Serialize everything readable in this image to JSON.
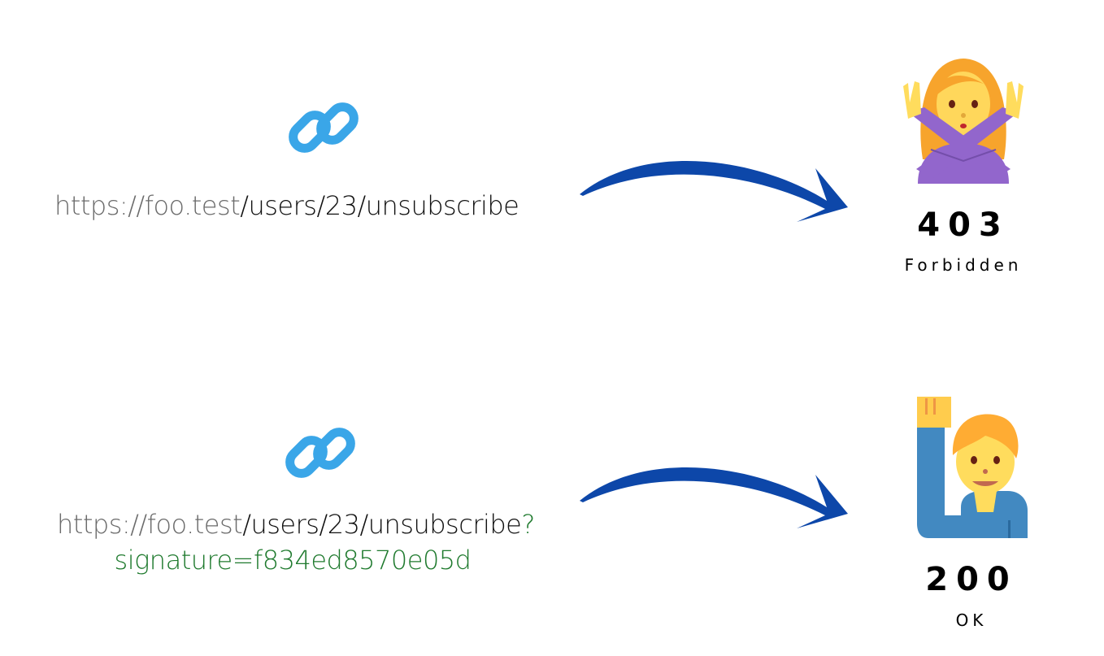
{
  "colors": {
    "link_icon": "#3aa6e8",
    "arrow": "#0d47a9",
    "url_host": "#6b6b6b",
    "url_path": "#111111",
    "url_signature": "#1f7a2e"
  },
  "rows": [
    {
      "icon": "link-icon",
      "url": {
        "host": "https://foo.test",
        "path": "/users/23/unsubscribe",
        "query": ""
      },
      "arrow_icon": "curved-arrow-right-icon",
      "result_icon": "person-gesturing-no-icon",
      "status_code": "403",
      "status_text": "Forbidden"
    },
    {
      "icon": "link-icon",
      "url": {
        "host": "https://foo.test",
        "path": "/users/23/unsubscribe",
        "query_mark": "?",
        "query": "signature=f834ed8570e05d"
      },
      "arrow_icon": "curved-arrow-right-icon",
      "result_icon": "person-raising-hand-icon",
      "status_code": "200",
      "status_text": "OK"
    }
  ]
}
